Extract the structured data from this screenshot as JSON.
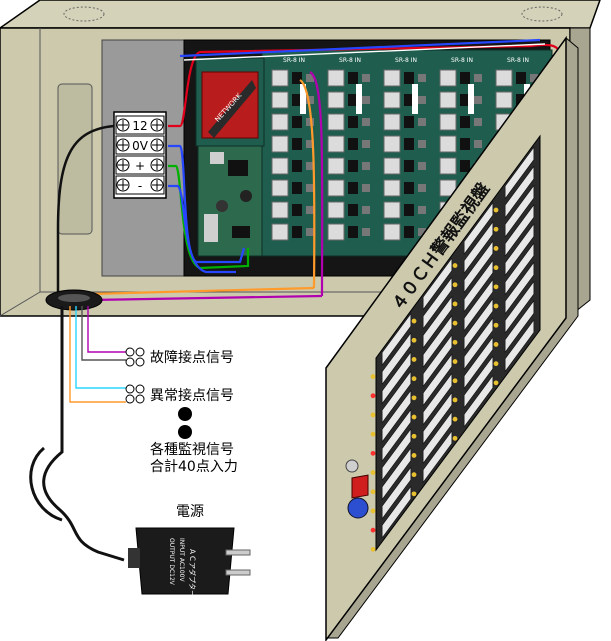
{
  "terminal_block": {
    "labels": [
      "12",
      "0V",
      "+",
      "-"
    ]
  },
  "callouts": {
    "fault_contact": "故障接点信号",
    "abnormal_contact": "異常接点信号",
    "monitor_line1": "各種監視信号",
    "monitor_line2": "合計40点入力",
    "power": "電源"
  },
  "front_panel": {
    "title": "４０ＣＨ警報監視盤",
    "columns": 4,
    "rows": 10
  },
  "adapter": {
    "line1": "ＡＣアダプター",
    "line2": "INPUT AC100V",
    "line3": "OUTPUT DC12V"
  },
  "board": {
    "relay_labels": [
      "SR-8 IN",
      "SR-8 IN",
      "SR-8 IN",
      "SR-8 IN",
      "SR-8 IN"
    ],
    "chip_label": "NETWORK"
  },
  "colors": {
    "case": "#ccc9ad",
    "case_shadow": "#a8a690",
    "board": "#1f5e4e",
    "panel_face": "#2a2a2a",
    "wire_red": "#e0001b",
    "wire_blue": "#2747ff",
    "wire_green": "#00b000",
    "wire_purple": "#b000b0",
    "wire_orange": "#ff9a2b",
    "wire_cyan": "#2ad6ff"
  }
}
